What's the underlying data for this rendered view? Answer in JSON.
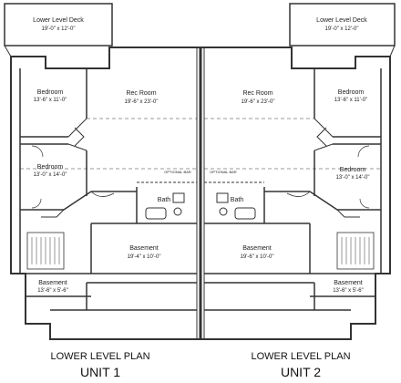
{
  "units": [
    {
      "plan_label": "LOWER LEVEL PLAN",
      "unit_label": "UNIT 1",
      "deck": {
        "name": "Lower Level Deck",
        "dims": "19'-0\" x 12'-0\""
      },
      "rec_room": {
        "name": "Rec Room",
        "dims": "19'-6\" x 23'-0\""
      },
      "bedroom_upper": {
        "name": "Bedroom",
        "dims": "13'-6\" x 11'-0\""
      },
      "bedroom_lower": {
        "name": "Bedroom",
        "dims": "13'-0\" x 14'-0\""
      },
      "bath": {
        "name": "Bath"
      },
      "optional_bar": "OPTIONAL BAR",
      "basement_main": {
        "name": "Basement",
        "dims": "19'-4\" x 10'-0\""
      },
      "basement_small": {
        "name": "Basement",
        "dims": "13'-6\" x 5'-6\""
      }
    },
    {
      "plan_label": "LOWER LEVEL PLAN",
      "unit_label": "UNIT 2",
      "deck": {
        "name": "Lower Level Deck",
        "dims": "19'-0\" x 12'-0\""
      },
      "rec_room": {
        "name": "Rec Room",
        "dims": "19'-6\" x 23'-0\""
      },
      "bedroom_upper": {
        "name": "Bedroom",
        "dims": "13'-6\" x 11'-0\""
      },
      "bedroom_lower": {
        "name": "Bedroom",
        "dims": "13'-0\" x 14'-0\""
      },
      "bath": {
        "name": "Bath"
      },
      "optional_bar": "OPTIONAL BAR",
      "basement_main": {
        "name": "Basement",
        "dims": "19'-6\" x 10'-0\""
      },
      "basement_small": {
        "name": "Basement",
        "dims": "13'-6\" x 5'-6\""
      }
    }
  ]
}
